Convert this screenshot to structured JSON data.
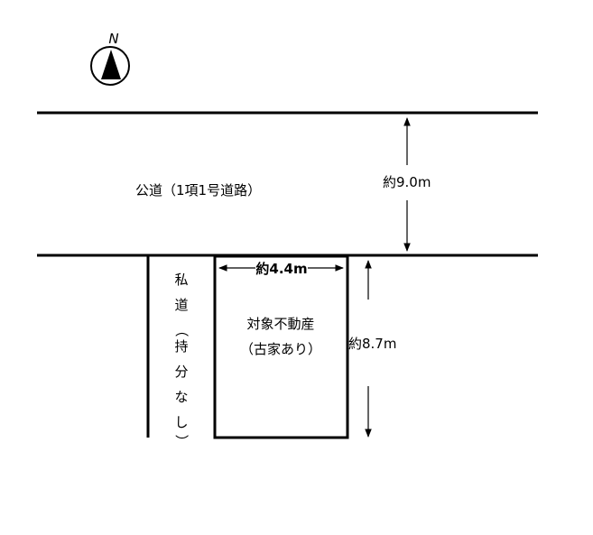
{
  "compass": {
    "label": "N",
    "icon": "north-arrow-icon"
  },
  "public_road": {
    "label": "公道（1項1号道路）",
    "width_label": "約9.0m"
  },
  "private_road": {
    "label_chars": [
      "私",
      "道",
      "（",
      "持",
      "分",
      "な",
      "し",
      "）"
    ]
  },
  "property": {
    "name": "対象不動産",
    "note": "（古家あり）",
    "frontage_label": "約4.4m",
    "depth_label": "約8.7m"
  },
  "colors": {
    "line": "#000000",
    "background": "#ffffff"
  }
}
